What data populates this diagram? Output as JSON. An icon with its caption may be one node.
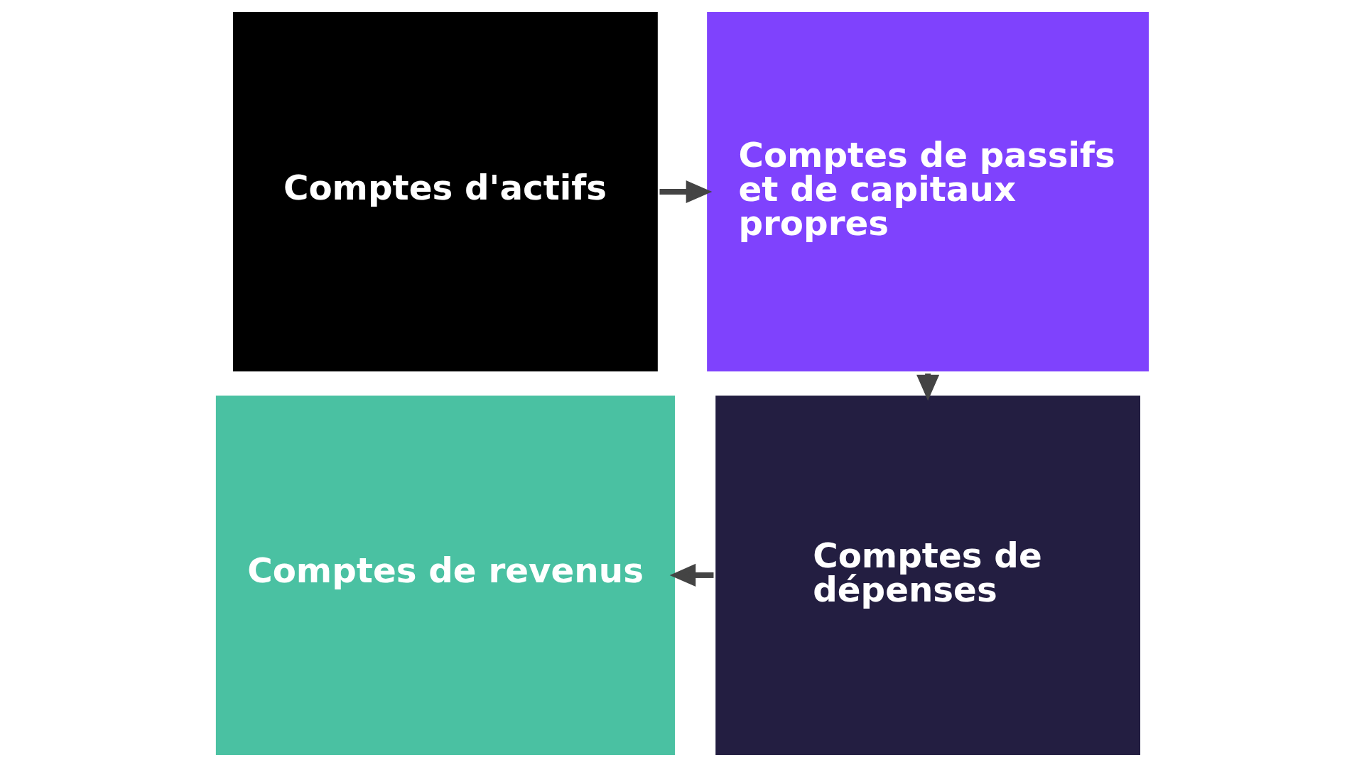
{
  "diagram": {
    "nodes": [
      {
        "text": [
          "Comptes d'actifs"
        ]
      },
      {
        "text": [
          "Comptes de passifs et de capitaux propres"
        ]
      },
      {
        "text": [
          "Comptes de revenus"
        ]
      },
      {
        "text": [
          "Comptes de dépenses"
        ]
      }
    ],
    "edges": [
      {
        "from": 0,
        "to": 1,
        "arrow": "to"
      },
      {
        "from": 1,
        "to": 3,
        "arrow": "to"
      },
      {
        "from": 3,
        "to": 2,
        "arrow": "to"
      }
    ]
  }
}
